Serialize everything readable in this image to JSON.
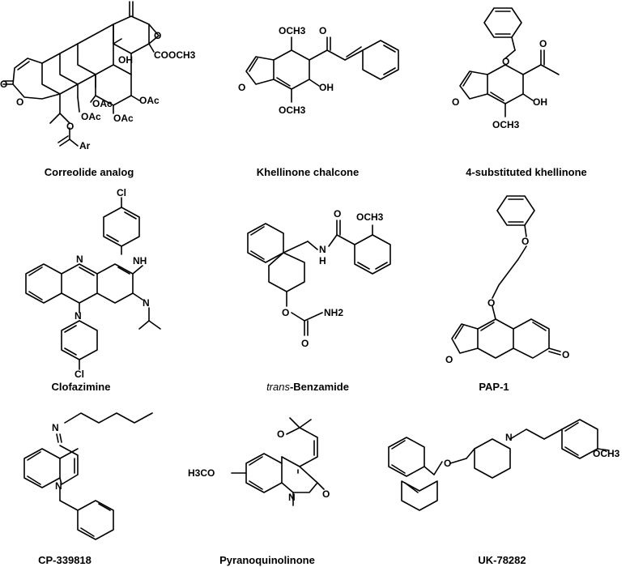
{
  "compounds": [
    {
      "name": "Correolide analog",
      "labels": [
        "O",
        "O",
        "O",
        "OH",
        "COOCH3",
        "OAc",
        "OAc",
        "OAc",
        "OAc",
        "O",
        "Ar"
      ]
    },
    {
      "name": "Khellinone chalcone",
      "labels": [
        "OCH3",
        "O",
        "O",
        "OH",
        "OCH3"
      ]
    },
    {
      "name": "4-substituted khellinone",
      "labels": [
        "O",
        "O",
        "O",
        "OH",
        "OCH3"
      ]
    },
    {
      "name": "Clofazimine",
      "labels": [
        "Cl",
        "NH",
        "N",
        "N",
        "N",
        "Cl"
      ]
    },
    {
      "name_prefix": "trans",
      "name": "-Benzamide",
      "labels": [
        "OCH3",
        "O",
        "N",
        "H",
        "O",
        "NH2",
        "O"
      ]
    },
    {
      "name": "PAP-1",
      "labels": [
        "O",
        "O",
        "O",
        "O"
      ]
    },
    {
      "name": "CP-339818",
      "labels": [
        "N",
        "N"
      ]
    },
    {
      "name": "Pyranoquinolinone",
      "labels": [
        "O",
        "H3CO",
        "N",
        "O"
      ]
    },
    {
      "name": "UK-78282",
      "labels": [
        "O",
        "N",
        "OCH3"
      ]
    }
  ]
}
